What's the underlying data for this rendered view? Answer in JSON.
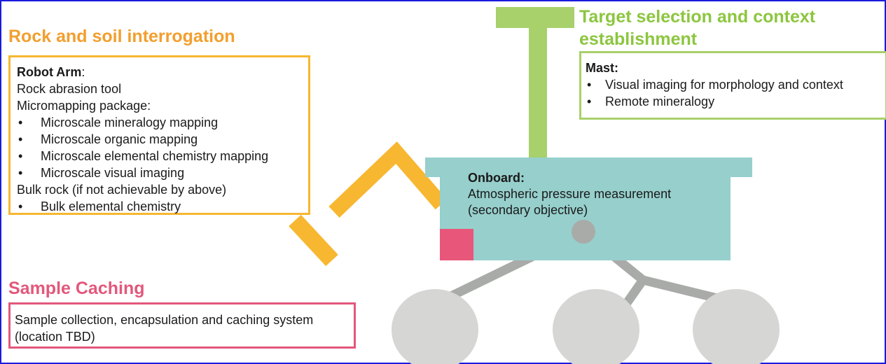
{
  "colors": {
    "frame": "#1a1adf",
    "orange": "#f29f2e",
    "arm": "#f7b731",
    "green": "#8cc63f",
    "mast": "#a8d06b",
    "body": "#96cfcc",
    "pink": "#e2587b",
    "legs": "#a9aba9",
    "wheels": "#d6d6d4"
  },
  "rock": {
    "heading": "Rock and soil interrogation",
    "arm_label": "Robot Arm",
    "arm_colon": ":",
    "line1": "Rock abrasion tool",
    "line2": "Micromapping package:",
    "bullets": [
      "Microscale mineralogy mapping",
      "Microscale organic mapping",
      "Microscale elemental chemistry mapping",
      "Microscale visual imaging"
    ],
    "line3": "Bulk rock (if not achievable by above)",
    "bullets2": [
      "Bulk elemental chemistry"
    ]
  },
  "target": {
    "heading": "Target selection and context establishment",
    "mast_label": "Mast:",
    "bullets": [
      "Visual imaging for morphology and context",
      "Remote mineralogy"
    ]
  },
  "onboard": {
    "label": "Onboard:",
    "line1": "Atmospheric pressure measurement",
    "line2": "(secondary objective)"
  },
  "cache": {
    "heading": "Sample Caching",
    "text": "Sample collection, encapsulation and caching system (location TBD)"
  }
}
